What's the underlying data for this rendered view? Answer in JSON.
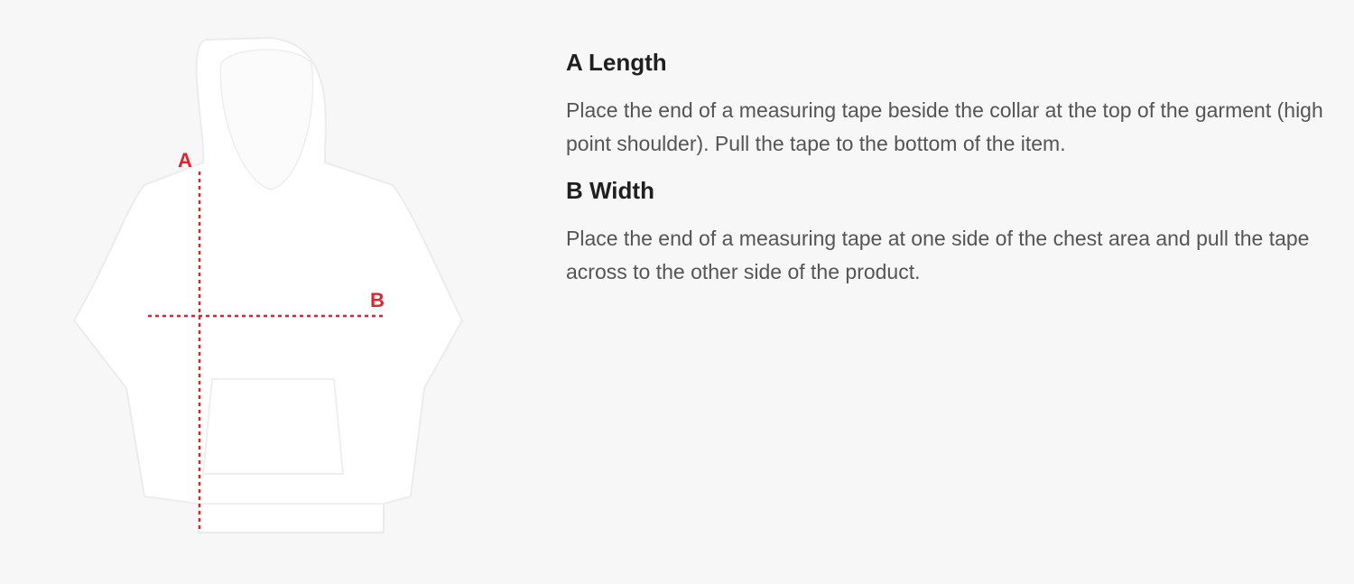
{
  "colors": {
    "background": "#f7f7f7",
    "heading": "#1f1f1f",
    "body_text": "#555555",
    "measure_line": "#e0242f",
    "garment": "#ffffff"
  },
  "figure": {
    "garment_icon": "hoodie-icon",
    "label_a": "A",
    "label_b": "B"
  },
  "sections": [
    {
      "heading": "A Length",
      "text": "Place the end of a measuring tape beside the collar at the top of the garment (high point shoulder). Pull the tape to the bottom of the item."
    },
    {
      "heading": "B Width",
      "text": "Place the end of a measuring tape at one side of the chest area and pull the tape across to the other side of the product."
    }
  ]
}
